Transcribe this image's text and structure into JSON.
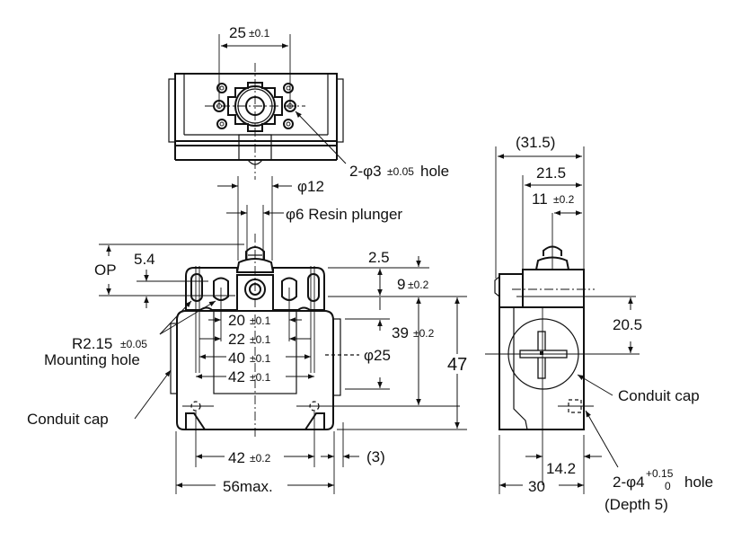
{
  "title": "Limit switch dimensions (resin plunger)",
  "top_view": {
    "width_dim": {
      "value": "25",
      "tol": "±0.1"
    },
    "hole_note": {
      "prefix": "2-φ3",
      "tol": "±0.05",
      "suffix": "hole"
    }
  },
  "front_view": {
    "plunger_dia": "φ12",
    "resin_plunger": "φ6 Resin plunger",
    "op": "OP",
    "dim_5_4": "5.4",
    "dim_2_5": "2.5",
    "dim_9": {
      "value": "9",
      "tol": "±0.2"
    },
    "dim_39": {
      "value": "39",
      "tol": "±0.2"
    },
    "dim_47": "47",
    "dim_phi25": "φ25",
    "dim_20": {
      "value": "20",
      "tol": "±0.1"
    },
    "dim_22": {
      "value": "22",
      "tol": "±0.1"
    },
    "dim_40": {
      "value": "40",
      "tol": "±0.1"
    },
    "dim_42_top": {
      "value": "42",
      "tol": "±0.1"
    },
    "dim_42_bottom": {
      "value": "42",
      "tol": "±0.2"
    },
    "dim_3": "(3)",
    "dim_56": "56max.",
    "mount_radius": {
      "value": "R2.15",
      "tol": "±0.05"
    },
    "mount_label": "Mounting hole",
    "conduit_label": "Conduit cap"
  },
  "side_view": {
    "dim_31_5": "(31.5)",
    "dim_21_5": "21.5",
    "dim_11": {
      "value": "11",
      "tol": "±0.2"
    },
    "dim_20_5": "20.5",
    "dim_14_2": "14.2",
    "dim_30": "30",
    "conduit_label": "Conduit cap",
    "hole_note": {
      "prefix": "2-φ4",
      "tol_upper": "+0.15",
      "tol_lower": "0",
      "suffix": "hole"
    },
    "depth_note": "(Depth 5)"
  }
}
